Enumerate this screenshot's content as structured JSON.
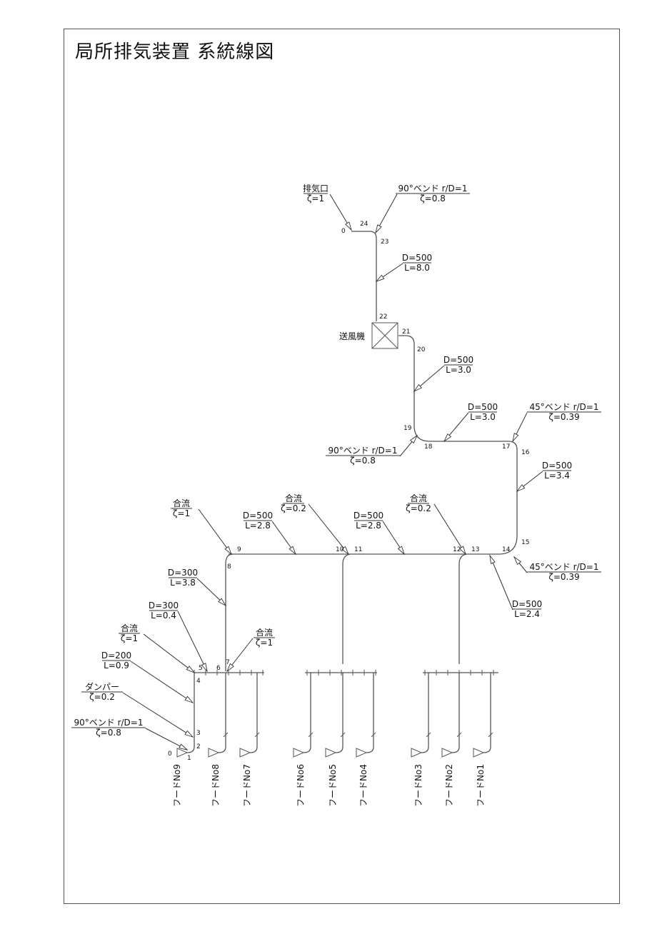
{
  "title": "局所排気装置 系統線図",
  "fan_label": "送風機",
  "labels": [
    {
      "id": "exhaust",
      "lines": [
        "排気口",
        "ζ=1"
      ]
    },
    {
      "id": "bend-top",
      "lines": [
        "90°ベンド r/D=1",
        "ζ=0.8"
      ]
    },
    {
      "id": "seg-22-23",
      "lines": [
        "D=500",
        "L=8.0"
      ]
    },
    {
      "id": "seg-19-20",
      "lines": [
        "D=500",
        "L=3.0"
      ]
    },
    {
      "id": "seg-17-18",
      "lines": [
        "D=500",
        "L=3.0"
      ]
    },
    {
      "id": "bend-45-upper",
      "lines": [
        "45°ベンド r/D=1",
        "ζ=0.39"
      ]
    },
    {
      "id": "bend-90-19",
      "lines": [
        "90°ベンド r/D=1",
        "ζ=0.8"
      ]
    },
    {
      "id": "seg-15-16",
      "lines": [
        "D=500",
        "L=3.4"
      ]
    },
    {
      "id": "merge-9",
      "lines": [
        "合流",
        "ζ=1"
      ]
    },
    {
      "id": "seg-9-10",
      "lines": [
        "D=500",
        "L=2.8"
      ]
    },
    {
      "id": "merge-11",
      "lines": [
        "合流",
        "ζ=0.2"
      ]
    },
    {
      "id": "seg-11-12",
      "lines": [
        "D=500",
        "L=2.8"
      ]
    },
    {
      "id": "merge-13",
      "lines": [
        "合流",
        "ζ=0.2"
      ]
    },
    {
      "id": "bend-45-lower",
      "lines": [
        "45°ベンド r/D=1",
        "ζ=0.39"
      ]
    },
    {
      "id": "seg-13-14",
      "lines": [
        "D=500",
        "L=2.4"
      ]
    },
    {
      "id": "seg-7-8",
      "lines": [
        "D=300",
        "L=3.8"
      ]
    },
    {
      "id": "seg-5-6",
      "lines": [
        "D=300",
        "L=0.4"
      ]
    },
    {
      "id": "merge-5",
      "lines": [
        "合流",
        "ζ=1"
      ]
    },
    {
      "id": "merge-7",
      "lines": [
        "合流",
        "ζ=1"
      ]
    },
    {
      "id": "seg-3-4",
      "lines": [
        "D=200",
        "L=0.9"
      ]
    },
    {
      "id": "damper",
      "lines": [
        "ダンパー",
        "ζ=0.2"
      ]
    },
    {
      "id": "bend-90-hood9",
      "lines": [
        "90°ベンド r/D=1",
        "ζ=0.8"
      ]
    }
  ],
  "nodes": [
    "0",
    "24",
    "23",
    "22",
    "21",
    "20",
    "19",
    "18",
    "17",
    "16",
    "15",
    "14",
    "13",
    "12",
    "11",
    "10",
    "9",
    "8",
    "7",
    "6",
    "5",
    "4",
    "3",
    "2",
    "1",
    "0"
  ],
  "hoods": [
    "フードNo9",
    "フードNo8",
    "フードNo7",
    "フードNo6",
    "フードNo5",
    "フードNo4",
    "フードNo3",
    "フードNo2",
    "フードNo1"
  ]
}
